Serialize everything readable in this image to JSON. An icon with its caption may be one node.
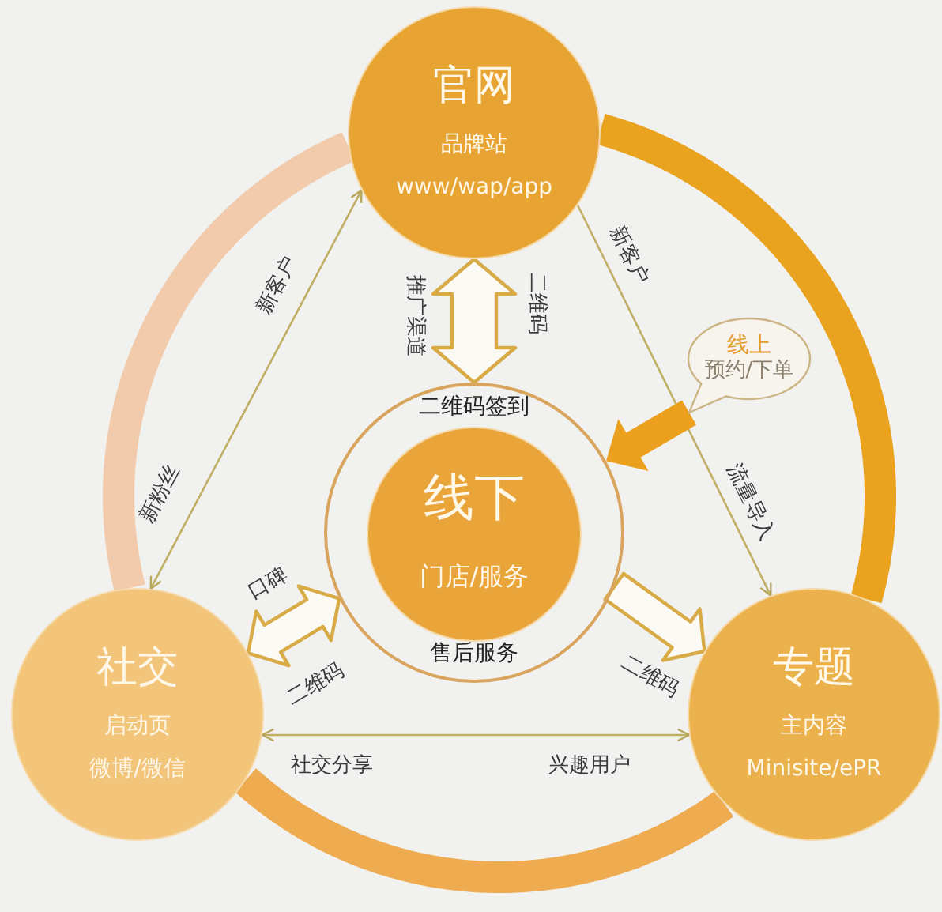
{
  "diagram": {
    "nodes": [
      {
        "text": [
          "官网",
          "品牌站",
          "www/wap/app"
        ]
      },
      {
        "text": [
          "二维码签到",
          "售后服务"
        ]
      },
      {
        "text": [
          "线下",
          "门店/服务"
        ],
        "in": 1
      },
      {
        "text": [
          "社交",
          "启动页",
          "微博/微信"
        ]
      },
      {
        "text": [
          "专题",
          "主内容",
          "Minisite/ePR"
        ]
      },
      {
        "text": [
          "线上",
          "预约/下单"
        ]
      }
    ],
    "edges": [
      {
        "from": 0,
        "to": 4,
        "arrow": "none",
        "style": "thick",
        "color": "#e9a31f"
      },
      {
        "from": 4,
        "to": 3,
        "arrow": "none",
        "style": "thick",
        "color": "#eeab50"
      },
      {
        "from": 3,
        "to": 0,
        "arrow": "none",
        "style": "thick",
        "color": "#f2cbac"
      },
      {
        "from": 3,
        "to": 0,
        "arrow": "both",
        "label": "新客户"
      },
      {
        "from": 0,
        "to": 4,
        "arrow": "to",
        "label": "新客户"
      },
      {
        "from": 0,
        "to": 1,
        "arrow": "both",
        "label": "推广渠道",
        "style": "thick"
      },
      {
        "from": 3,
        "to": 1,
        "arrow": "both",
        "label": "口碑",
        "style": "thick"
      },
      {
        "from": 1,
        "to": 4,
        "arrow": "to",
        "label": "二维码",
        "style": "thick"
      },
      {
        "from": 5,
        "to": 1,
        "arrow": "to",
        "style": "thick",
        "color": "#eba11e"
      },
      {
        "from": 3,
        "to": 4,
        "arrow": "both",
        "label": "社交分享"
      }
    ],
    "labels": [
      "二维码",
      "新粉丝",
      "流量导入",
      "二维码",
      "兴趣用户"
    ]
  }
}
